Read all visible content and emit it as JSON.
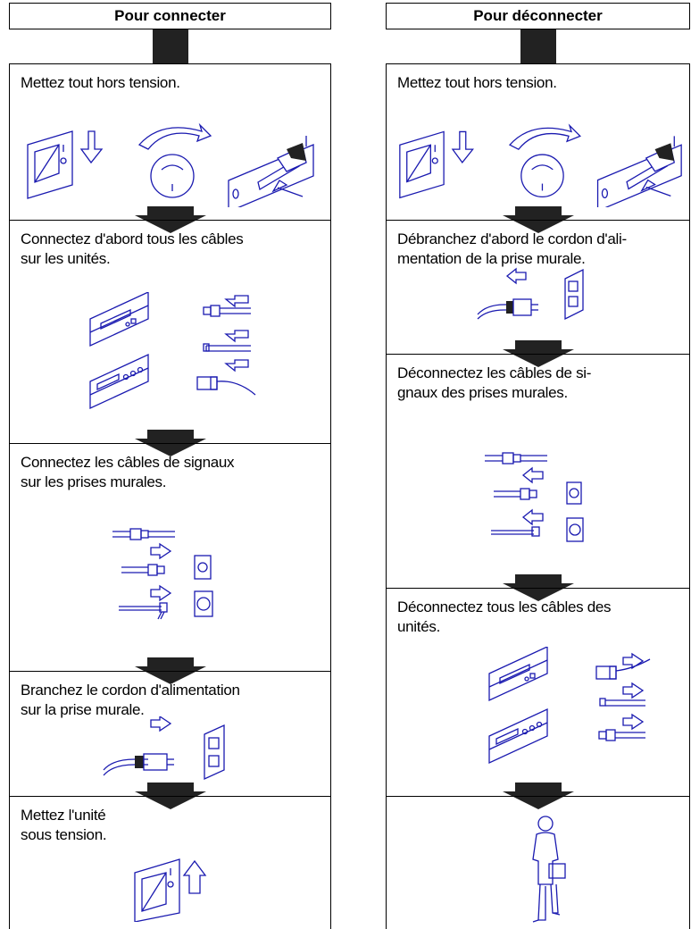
{
  "left": {
    "title": "Pour connecter",
    "steps": [
      "Mettez tout hors tension.",
      "Connectez d'abord tous les câbles\nsur les unités.",
      "Connectez les câbles de signaux\nsur les prises murales.",
      "Branchez le cordon d'alimentation\nsur la prise murale.",
      "Mettez l'unité\nsous tension."
    ]
  },
  "right": {
    "title": "Pour déconnecter",
    "steps": [
      "Mettez tout hors tension.",
      "Débranchez d'abord le cordon d'ali-\nmentation de la prise murale.",
      "Déconnectez les câbles de si-\ngnaux des prises murales.",
      "Déconnectez tous les câbles des\nunités."
    ]
  },
  "colors": {
    "line": "#000000",
    "illustration": "#1a1ab0",
    "arrow": "#222222"
  }
}
